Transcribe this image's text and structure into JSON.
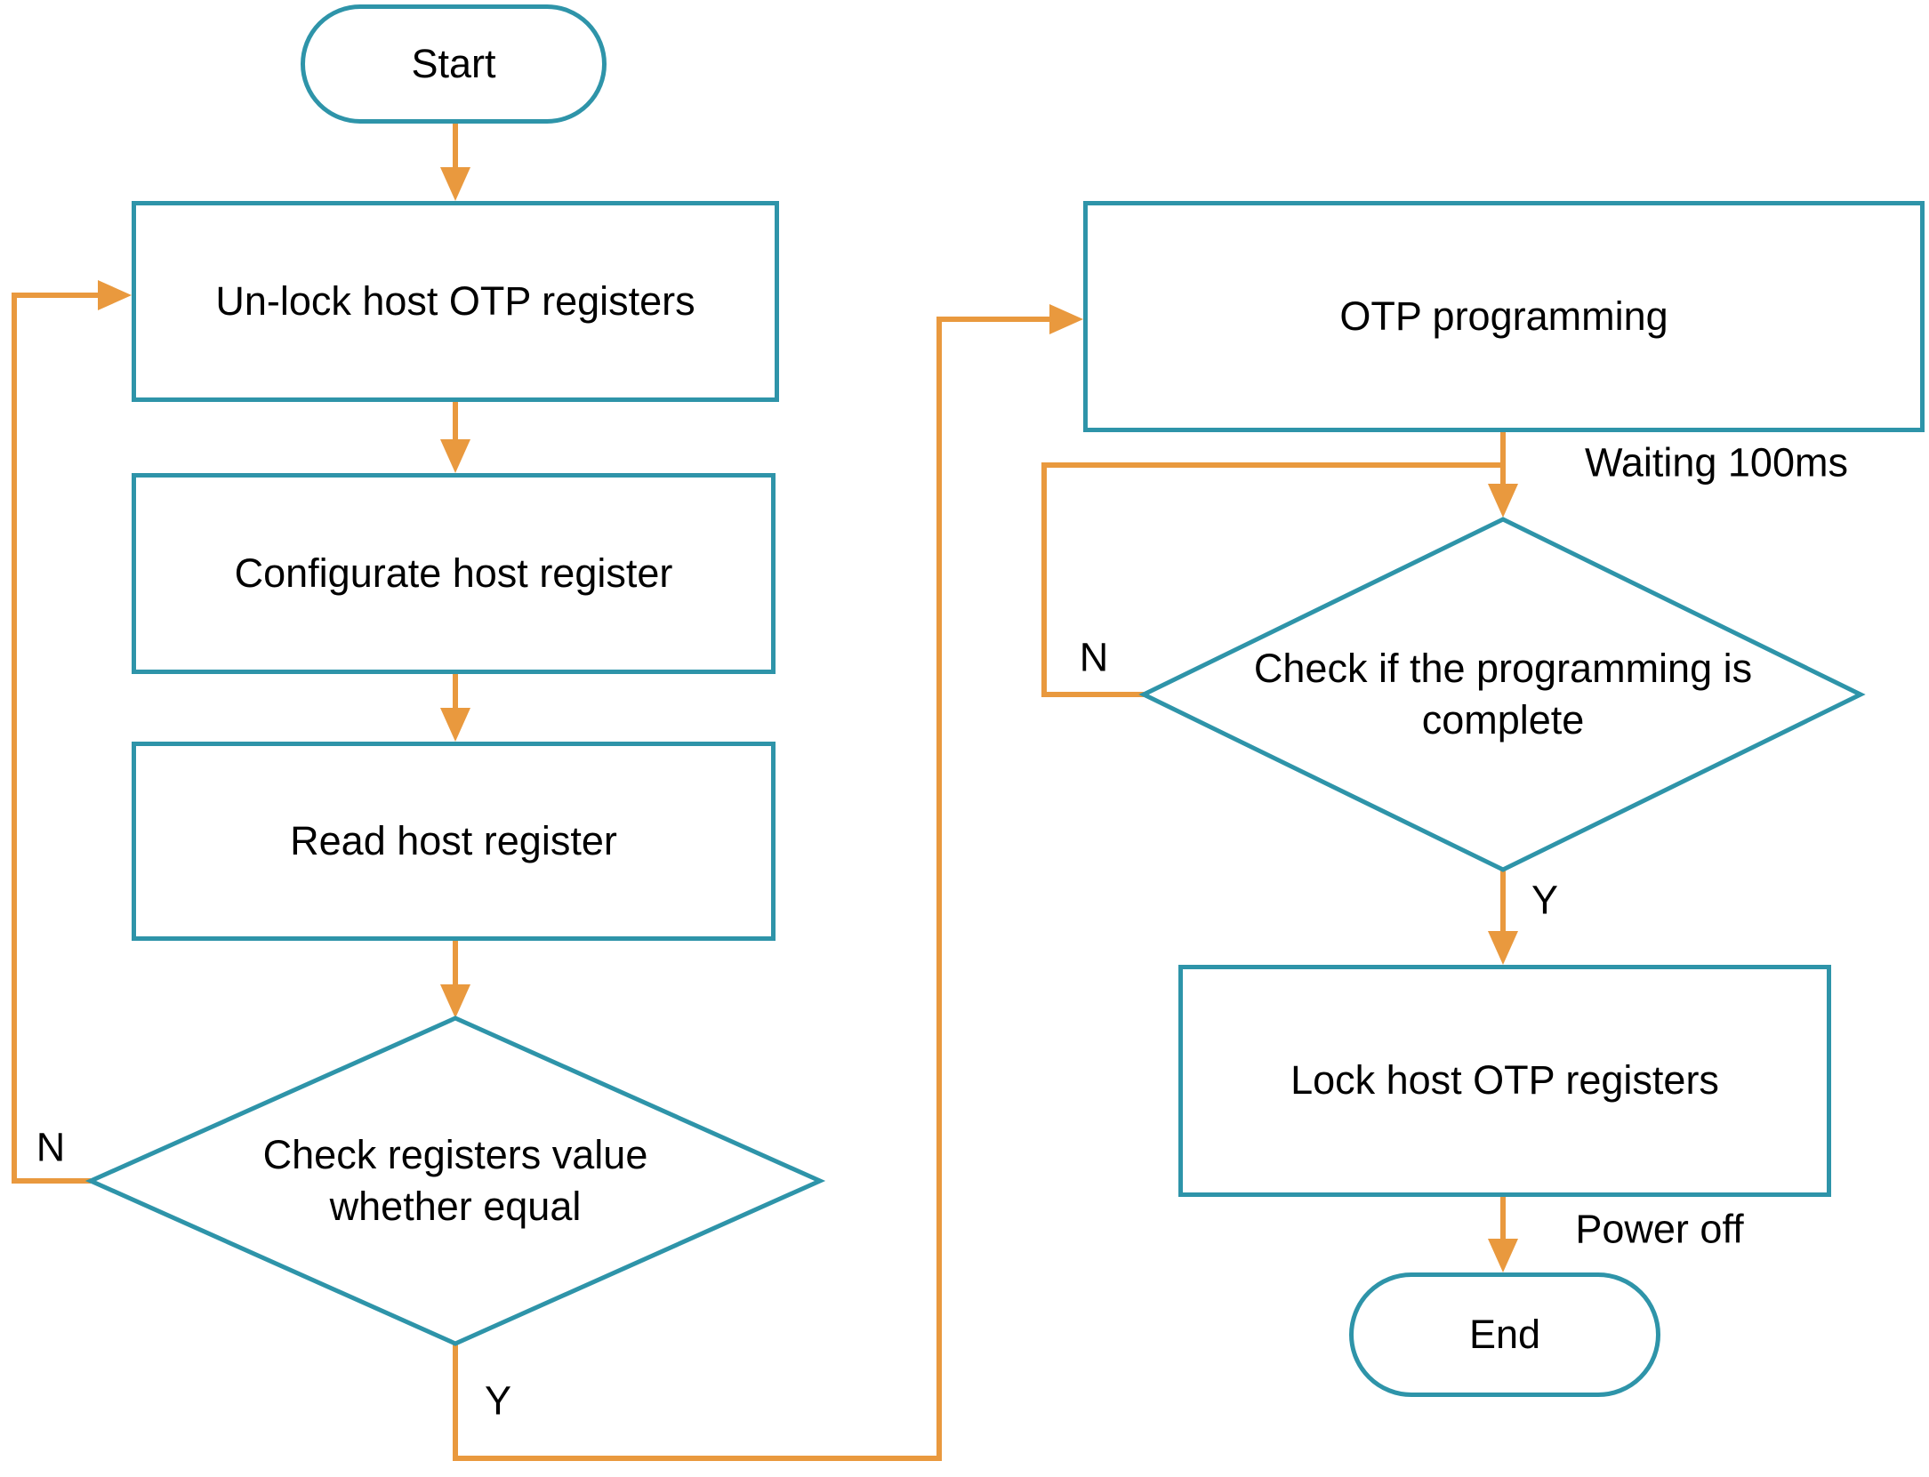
{
  "colors": {
    "shape_border": "#2E94A9",
    "arrow": "#E9993E",
    "text": "#000000",
    "background": "#FFFFFF"
  },
  "nodes": {
    "start": {
      "label": "Start",
      "shape": "stadium"
    },
    "unlock": {
      "label": "Un-lock host OTP registers",
      "shape": "process"
    },
    "configurate": {
      "label": "Configurate host register",
      "shape": "process"
    },
    "read": {
      "label": "Read host register",
      "shape": "process"
    },
    "check_equal": {
      "label": "Check registers value whether equal",
      "shape": "decision"
    },
    "otp_programming": {
      "label": "OTP programming",
      "shape": "process"
    },
    "check_complete": {
      "label": "Check if the programming is complete",
      "shape": "decision"
    },
    "lock": {
      "label": "Lock host OTP registers",
      "shape": "process"
    },
    "end": {
      "label": "End",
      "shape": "stadium"
    }
  },
  "edge_labels": {
    "check_equal_no": "N",
    "check_equal_yes": "Y",
    "check_complete_no": "N",
    "check_complete_yes": "Y",
    "waiting": "Waiting 100ms",
    "power_off": "Power off"
  },
  "edges": [
    {
      "from": "start",
      "to": "unlock",
      "label": ""
    },
    {
      "from": "unlock",
      "to": "configurate",
      "label": ""
    },
    {
      "from": "configurate",
      "to": "read",
      "label": ""
    },
    {
      "from": "read",
      "to": "check_equal",
      "label": ""
    },
    {
      "from": "check_equal",
      "to": "unlock",
      "label": "N"
    },
    {
      "from": "check_equal",
      "to": "otp_programming",
      "label": "Y"
    },
    {
      "from": "otp_programming",
      "to": "check_complete",
      "label": "Waiting 100ms"
    },
    {
      "from": "check_complete",
      "to": "check_complete",
      "label": "N"
    },
    {
      "from": "check_complete",
      "to": "lock",
      "label": "Y"
    },
    {
      "from": "lock",
      "to": "end",
      "label": "Power off"
    }
  ]
}
